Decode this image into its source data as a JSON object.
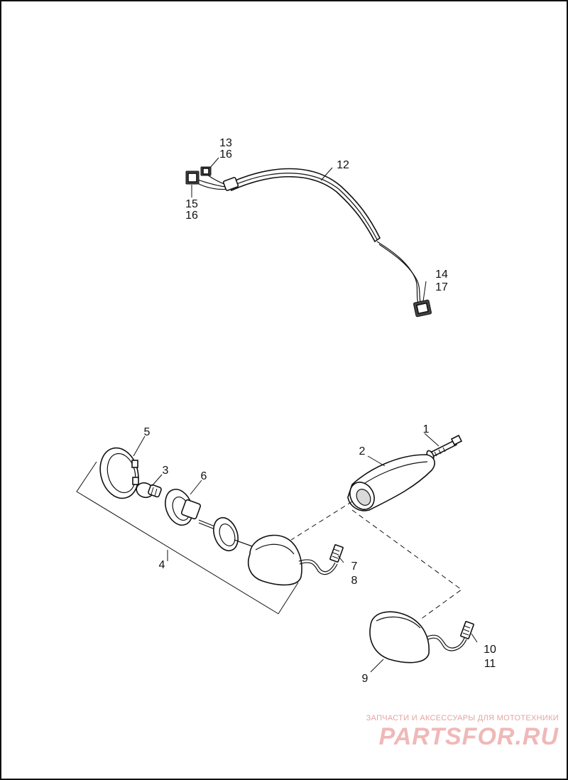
{
  "callouts": {
    "c1": "1",
    "c2": "2",
    "c3": "3",
    "c4": "4",
    "c5": "5",
    "c6": "6",
    "c7": "7",
    "c8": "8",
    "c9": "9",
    "c10": "10",
    "c11": "11",
    "c12": "12",
    "c13": "13",
    "c14": "14",
    "c15": "15",
    "c16a": "16",
    "c16b": "16",
    "c17": "17"
  },
  "watermark": {
    "tagline": "ЗАПЧАСТИ И АКСЕССУАРЫ ДЛЯ МОТОТЕХНИКИ",
    "brand": "PARTSFOR.RU",
    "color": "#e8a0a0"
  }
}
